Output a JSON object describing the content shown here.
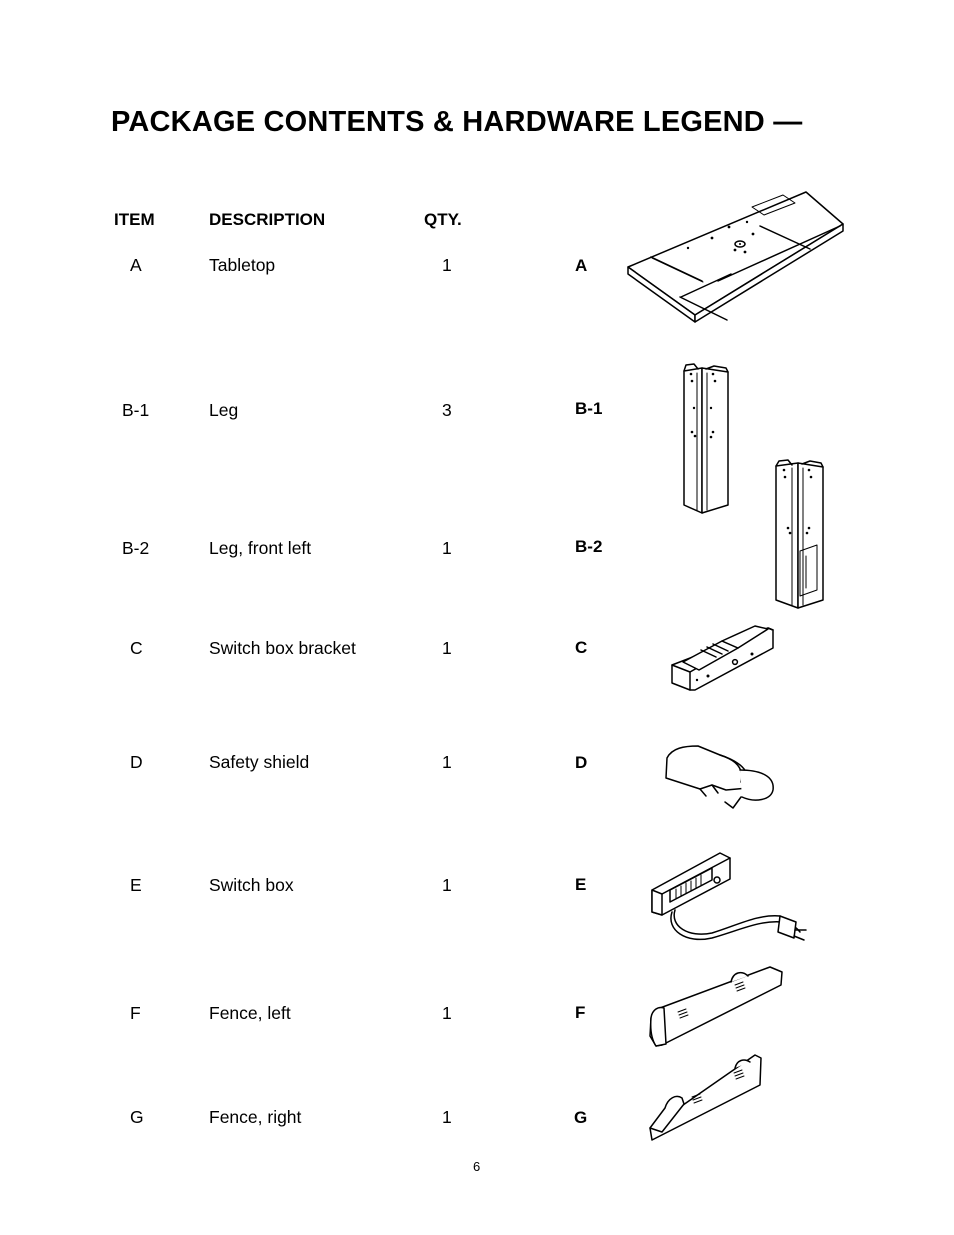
{
  "title": "PACKAGE CONTENTS & HARDWARE LEGEND —",
  "headers": {
    "item": "ITEM",
    "description": "DESCRIPTION",
    "qty": "QTY."
  },
  "items": [
    {
      "item": "A",
      "description": "Tabletop",
      "qty": "1",
      "label": "A"
    },
    {
      "item": "B-1",
      "description": "Leg",
      "qty": "3",
      "label": "B-1"
    },
    {
      "item": "B-2",
      "description": "Leg, front left",
      "qty": "1",
      "label": "B-2"
    },
    {
      "item": "C",
      "description": "Switch box bracket",
      "qty": "1",
      "label": "C"
    },
    {
      "item": "D",
      "description": "Safety shield",
      "qty": "1",
      "label": "D"
    },
    {
      "item": "E",
      "description": "Switch box",
      "qty": "1",
      "label": "E"
    },
    {
      "item": "F",
      "description": "Fence, left",
      "qty": "1",
      "label": "F"
    },
    {
      "item": "G",
      "description": "Fence, right",
      "qty": "1",
      "label": "G"
    }
  ],
  "page_number": "6"
}
